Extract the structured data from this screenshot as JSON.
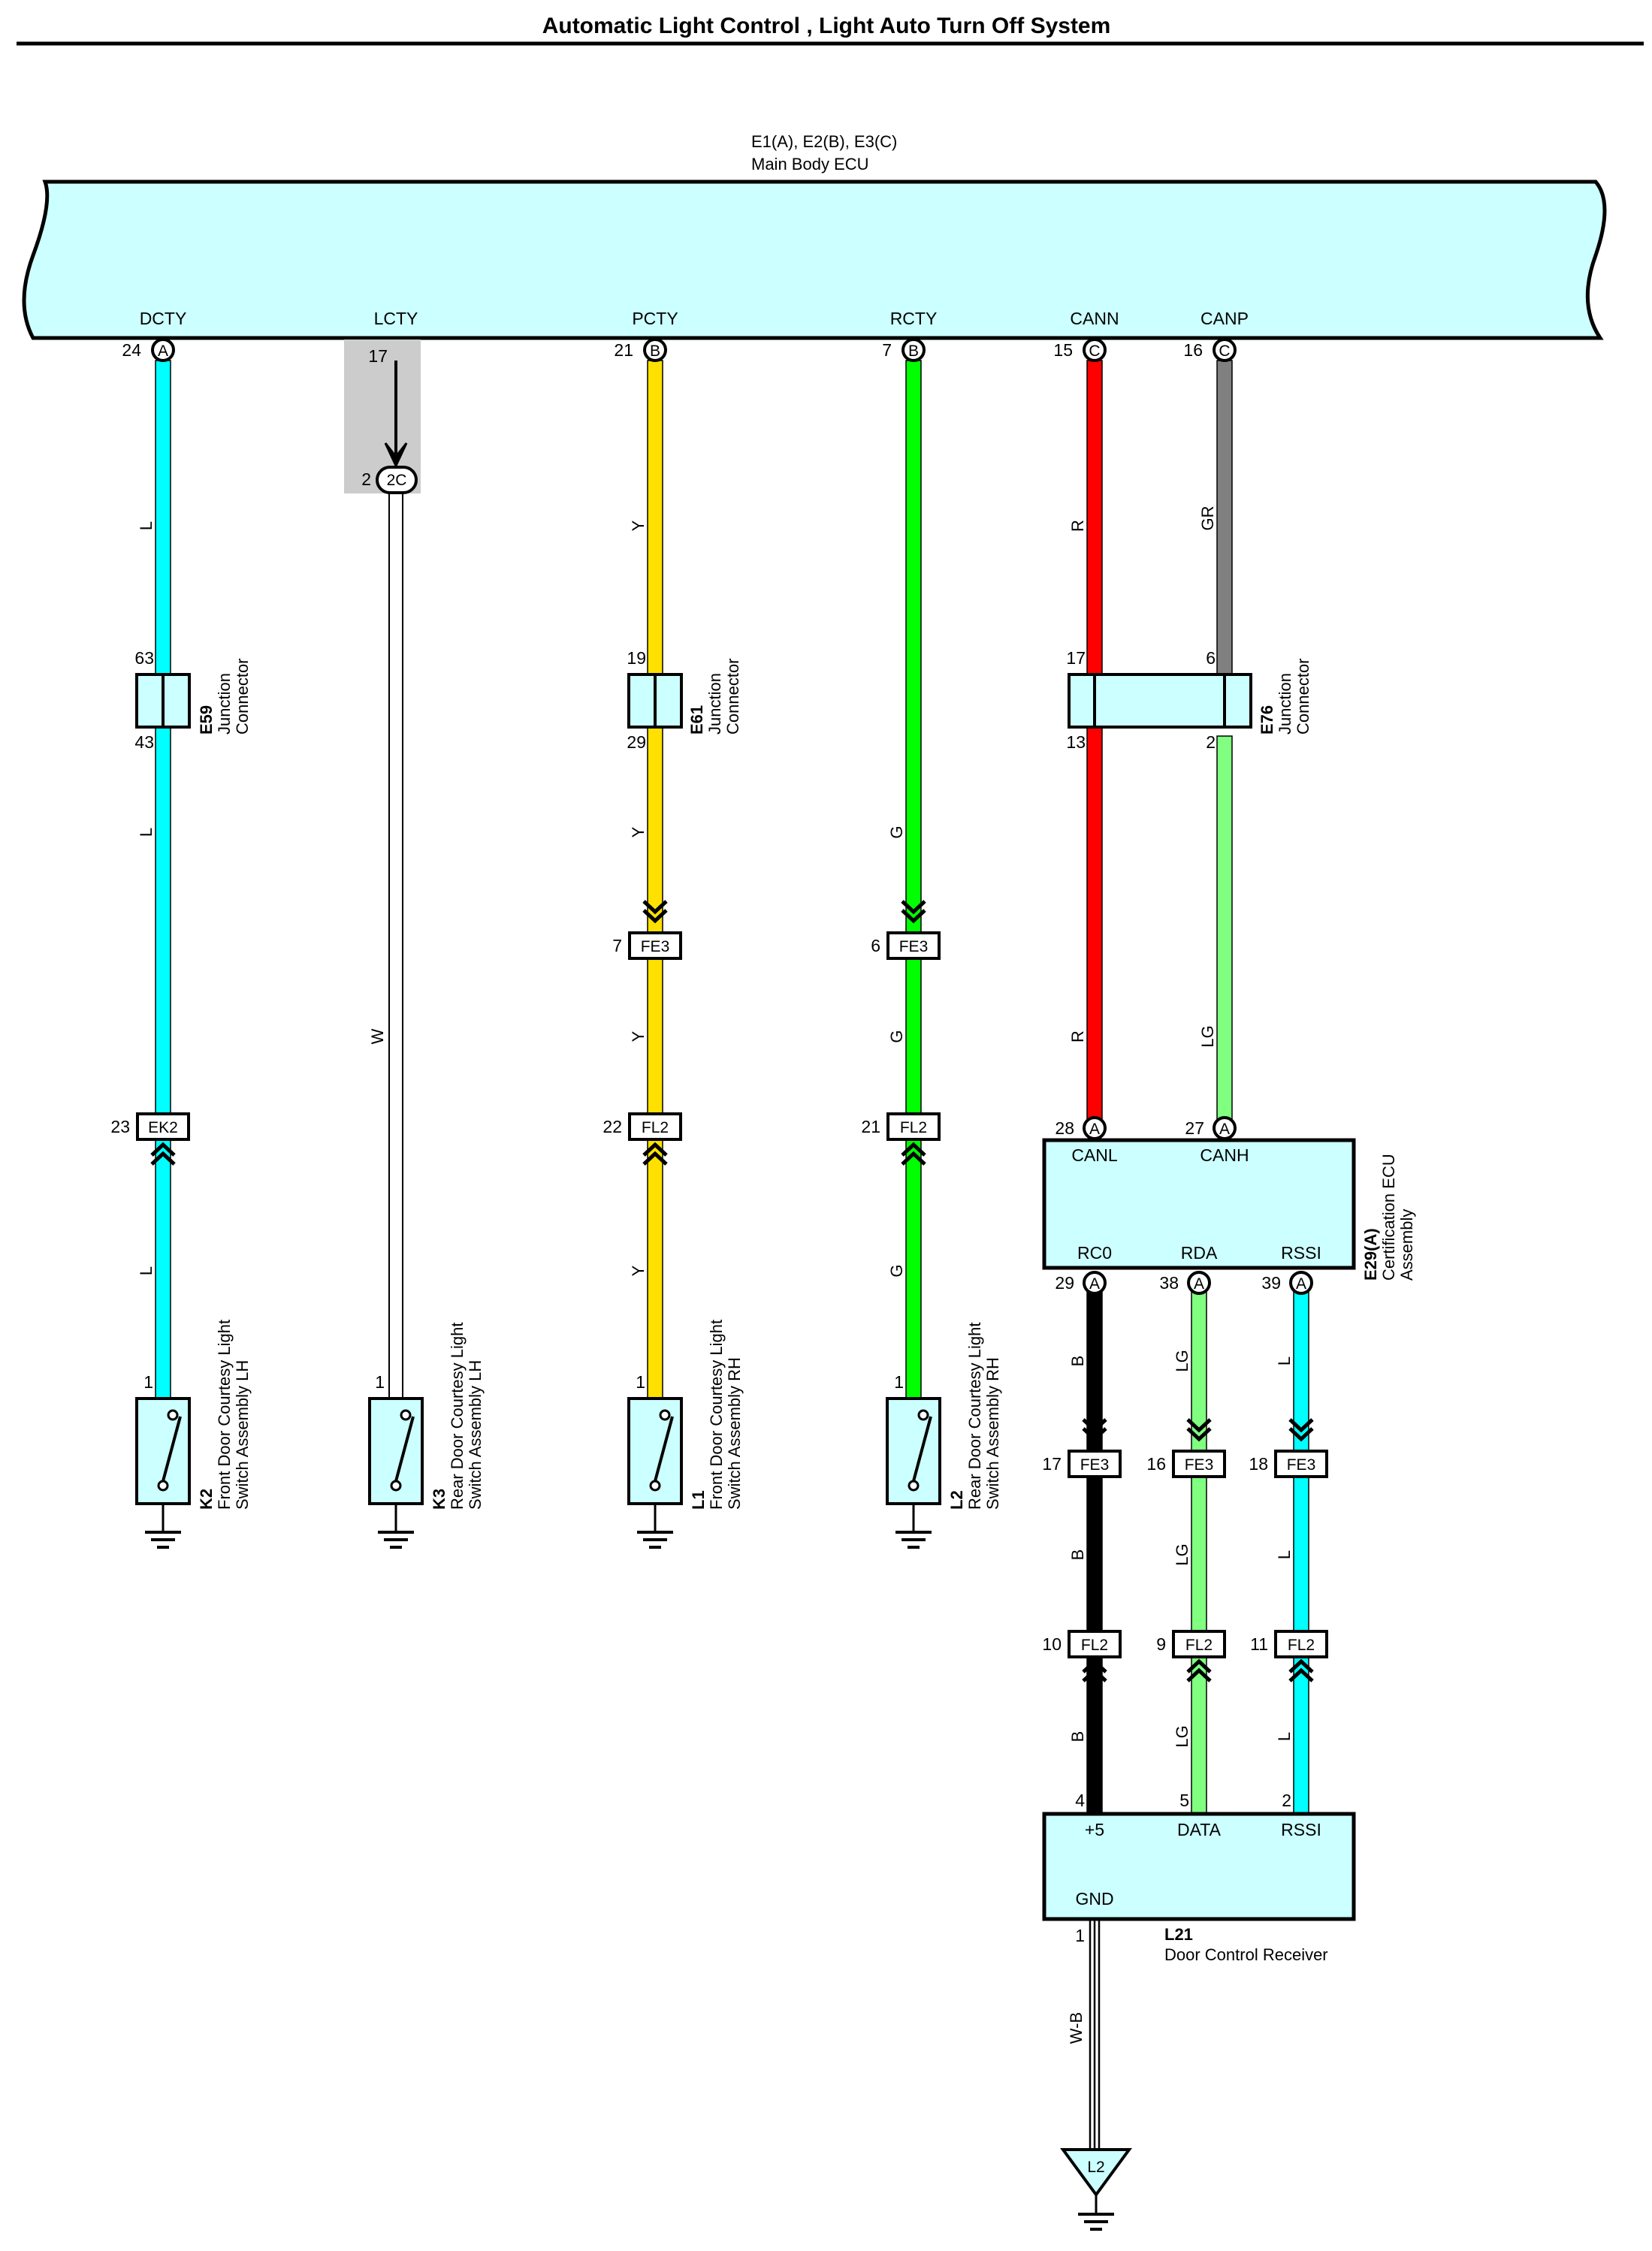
{
  "title": "Automatic Light Control , Light Auto Turn Off System",
  "colors": {
    "L": "#00FFFF",
    "Y": "#FFE000",
    "G": "#00FF00",
    "R": "#FF0000",
    "GR": "#808080",
    "LG": "#80FF80",
    "B": "#000000",
    "component_fill": "#CCFFFF",
    "shield": "#CCCCCC"
  },
  "main_ecu": {
    "ref": "E1(A), E2(B), E3(C)",
    "name": "Main Body ECU",
    "terminals": [
      {
        "signal": "DCTY",
        "pin": "24",
        "conn": "A"
      },
      {
        "signal": "LCTY",
        "pin": "17",
        "conn": ""
      },
      {
        "signal": "PCTY",
        "pin": "21",
        "conn": "B"
      },
      {
        "signal": "RCTY",
        "pin": "7",
        "conn": "B"
      },
      {
        "signal": "CANN",
        "pin": "15",
        "conn": "C"
      },
      {
        "signal": "CANP",
        "pin": "16",
        "conn": "C"
      }
    ]
  },
  "junctions": {
    "e59": {
      "code": "E59",
      "line1": "Junction",
      "line2": "Connector",
      "pin_top": "63",
      "pin_bottom": "43"
    },
    "e61": {
      "code": "E61",
      "line1": "Junction",
      "line2": "Connector",
      "pin_top": "19",
      "pin_bottom": "29"
    },
    "e76": {
      "code": "E76",
      "line1": "Junction",
      "line2": "Connector",
      "pins_top": [
        "17",
        "6"
      ],
      "pins_bottom": [
        "13",
        "2"
      ]
    }
  },
  "lcty_connector": {
    "pin": "2",
    "code": "2C"
  },
  "inline_connectors": [
    {
      "pin": "23",
      "code": "EK2"
    },
    {
      "pin": "7",
      "code": "FE3"
    },
    {
      "pin": "22",
      "code": "FL2"
    },
    {
      "pin": "6",
      "code": "FE3"
    },
    {
      "pin": "21",
      "code": "FL2"
    },
    {
      "pin": "17",
      "code": "FE3"
    },
    {
      "pin": "16",
      "code": "FE3"
    },
    {
      "pin": "18",
      "code": "FE3"
    },
    {
      "pin": "10",
      "code": "FL2"
    },
    {
      "pin": "9",
      "code": "FL2"
    },
    {
      "pin": "11",
      "code": "FL2"
    }
  ],
  "wire_labels": {
    "dcty": [
      "L",
      "L",
      "L"
    ],
    "lcty": [
      "W"
    ],
    "pcty": [
      "Y",
      "Y",
      "Y",
      "Y"
    ],
    "rcty": [
      "G",
      "G",
      "G"
    ],
    "cann": [
      "R",
      "R"
    ],
    "canp": [
      "GR",
      "LG"
    ],
    "rc0": [
      "B",
      "B",
      "B"
    ],
    "rda": [
      "LG",
      "LG",
      "LG"
    ],
    "rssi": [
      "L",
      "L",
      "L"
    ],
    "gnd": [
      "W-B"
    ]
  },
  "switches": [
    {
      "pin": "1",
      "code": "K2",
      "line1": "Front Door Courtesy Light",
      "line2": "Switch Assembly LH"
    },
    {
      "pin": "1",
      "code": "K3",
      "line1": "Rear Door Courtesy Light",
      "line2": "Switch Assembly LH"
    },
    {
      "pin": "1",
      "code": "L1",
      "line1": "Front Door Courtesy Light",
      "line2": "Switch Assembly RH"
    },
    {
      "pin": "1",
      "code": "L2",
      "line1": "Rear Door Courtesy Light",
      "line2": "Switch Assembly RH"
    }
  ],
  "cert_ecu": {
    "code": "E29(A)",
    "line1": "Certification ECU",
    "line2": "Assembly",
    "top": [
      {
        "signal": "CANL",
        "pin": "28",
        "conn": "A"
      },
      {
        "signal": "CANH",
        "pin": "27",
        "conn": "A"
      }
    ],
    "bottom": [
      {
        "signal": "RC0",
        "pin": "29",
        "conn": "A"
      },
      {
        "signal": "RDA",
        "pin": "38",
        "conn": "A"
      },
      {
        "signal": "RSSI",
        "pin": "39",
        "conn": "A"
      }
    ]
  },
  "receiver": {
    "code": "L21",
    "name": "Door Control Receiver",
    "terminals": [
      {
        "signal": "+5",
        "pin": "4"
      },
      {
        "signal": "DATA",
        "pin": "5"
      },
      {
        "signal": "RSSI",
        "pin": "2"
      }
    ],
    "gnd_signal": "GND",
    "gnd_pin": "1"
  },
  "ground_point": {
    "code": "L2"
  }
}
